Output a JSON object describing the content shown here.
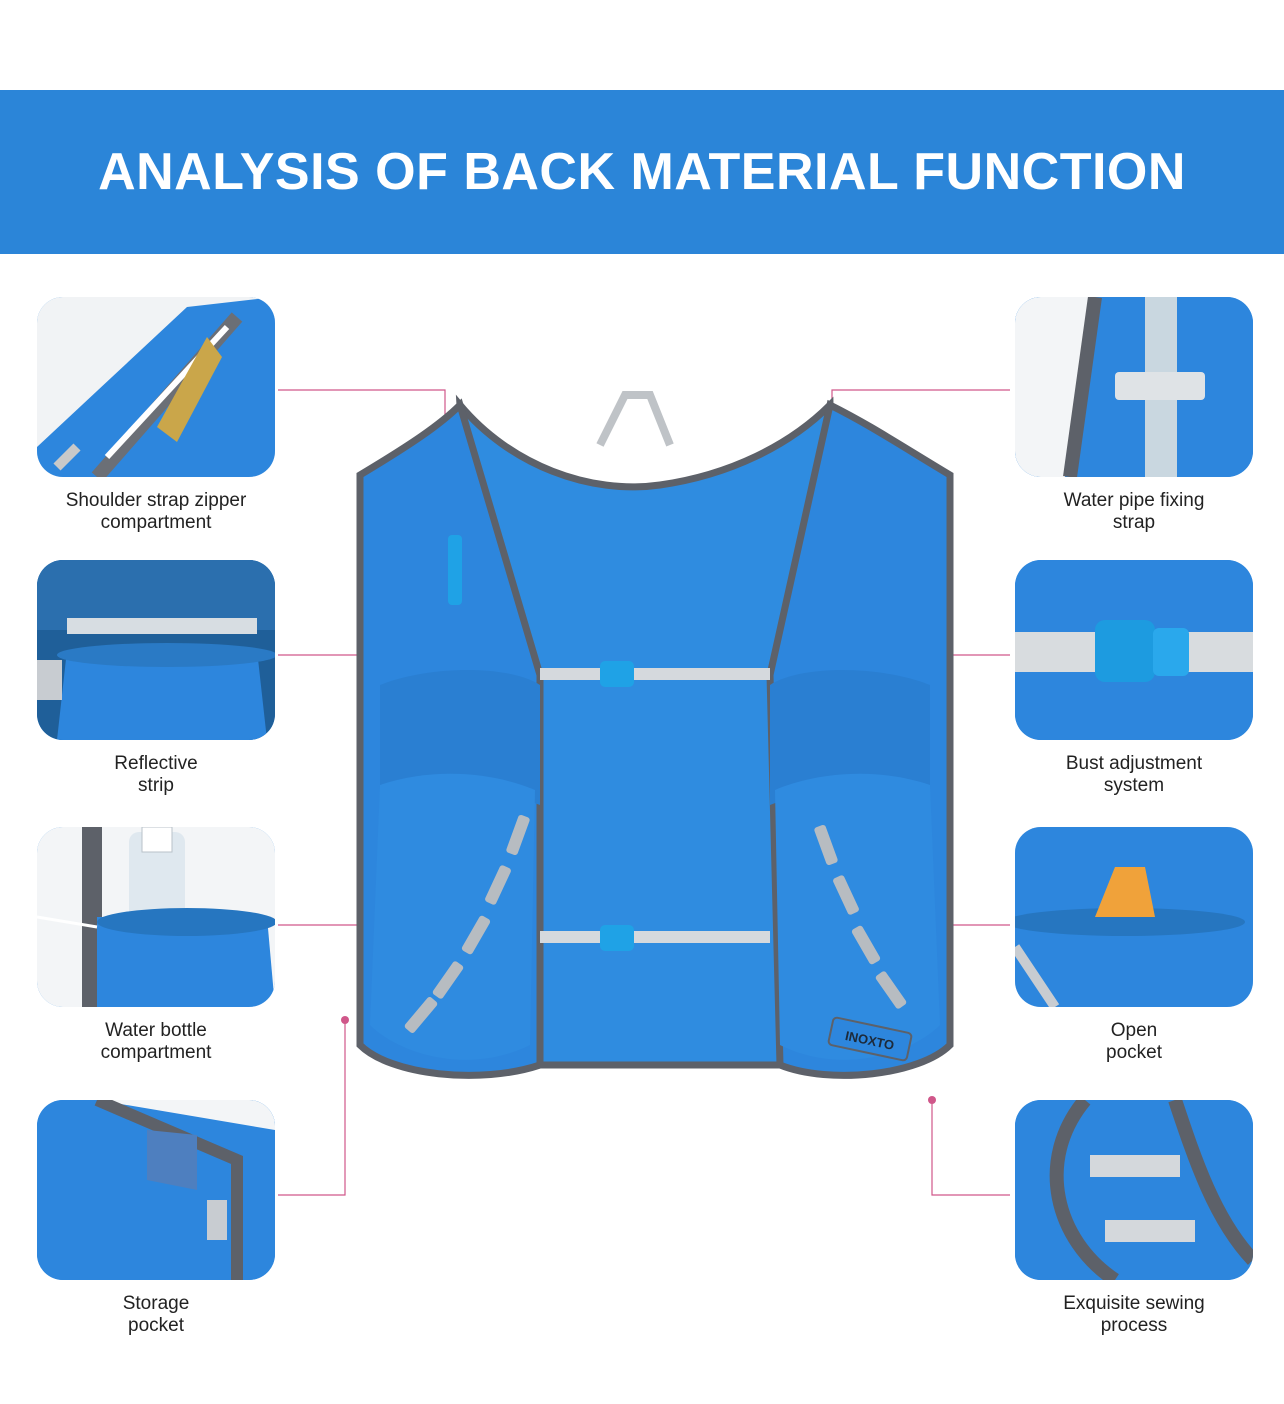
{
  "banner": {
    "title": "ANALYSIS OF BACK MATERIAL FUNCTION"
  },
  "features_left": [
    {
      "label": "Shoulder strap zipper compartment",
      "icon": "shoulder-zipper-pocket-photo"
    },
    {
      "label": "Reflective strip",
      "icon": "reflective-strip-photo"
    },
    {
      "label": "Water bottle compartment",
      "icon": "water-bottle-photo"
    },
    {
      "label": "Storage pocket",
      "icon": "storage-pocket-photo"
    }
  ],
  "features_right": [
    {
      "label": "Water pipe fixing strap",
      "icon": "water-pipe-strap-photo"
    },
    {
      "label": "Bust adjustment system",
      "icon": "buckle-photo"
    },
    {
      "label": "Open pocket",
      "icon": "open-pocket-photo"
    },
    {
      "label": "Exquisite sewing process",
      "icon": "sewing-edge-photo"
    }
  ],
  "product": {
    "brand_tag": "INOXTO"
  },
  "colors": {
    "banner": "#2b85d8",
    "vest": "#2d86dd",
    "trim": "#5d6169",
    "callout": "#d0578a"
  }
}
